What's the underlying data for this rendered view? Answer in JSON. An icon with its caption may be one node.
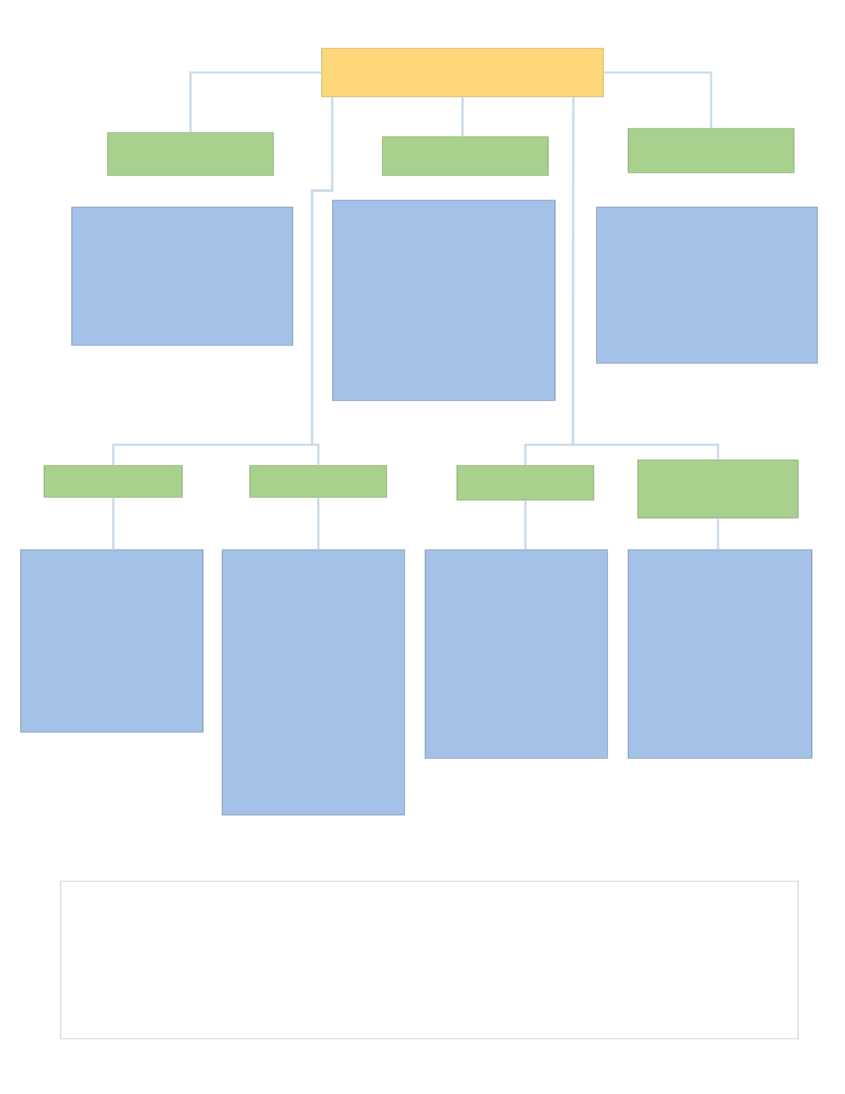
{
  "diagram": {
    "nodes": [
      {
        "text": [],
        "shape": "box"
      },
      {
        "text": [],
        "shape": "box"
      },
      {
        "text": [],
        "shape": "box"
      },
      {
        "text": [],
        "shape": "box"
      },
      {
        "text": [],
        "shape": "box"
      },
      {
        "text": [],
        "shape": "box"
      },
      {
        "text": [],
        "shape": "box"
      },
      {
        "text": [],
        "shape": "box"
      },
      {
        "text": [],
        "shape": "box"
      },
      {
        "text": [],
        "shape": "box"
      },
      {
        "text": [],
        "shape": "box"
      },
      {
        "text": [],
        "shape": "box"
      },
      {
        "text": [],
        "shape": "box"
      },
      {
        "text": [],
        "shape": "box"
      },
      {
        "text": [],
        "shape": "box"
      },
      {
        "text": [],
        "shape": "box"
      }
    ],
    "edges": [
      {
        "from": 0,
        "to": 1,
        "arrow": "none"
      },
      {
        "from": 0,
        "to": 3,
        "arrow": "none"
      },
      {
        "from": 0,
        "to": 5,
        "arrow": "none"
      },
      {
        "from": 0,
        "to": 7,
        "arrow": "none"
      },
      {
        "from": 0,
        "to": 9,
        "arrow": "none"
      },
      {
        "from": 0,
        "to": 11,
        "arrow": "none"
      },
      {
        "from": 0,
        "to": 13,
        "arrow": "none"
      },
      {
        "from": 7,
        "to": 8,
        "arrow": "none"
      },
      {
        "from": 9,
        "to": 10,
        "arrow": "none"
      },
      {
        "from": 11,
        "to": 12,
        "arrow": "none"
      },
      {
        "from": 13,
        "to": 14,
        "arrow": "none"
      }
    ]
  }
}
